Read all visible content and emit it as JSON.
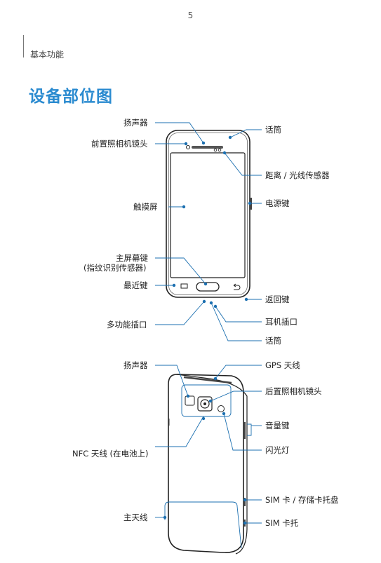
{
  "page_number": "5",
  "chapter": "基本功能",
  "title": "设备部位图",
  "front_labels": {
    "speaker": "扬声器",
    "front_camera": "前置照相机镜头",
    "touchscreen": "触摸屏",
    "home_key_line1": "主屏幕键",
    "home_key_line2": "(指纹识别传感器)",
    "recent_key": "最近键",
    "multipurpose_jack": "多功能插口",
    "receiver_top": "话筒",
    "proximity_sensor": "距离 / 光线传感器",
    "power_key": "电源键",
    "back_key": "返回键",
    "earphone_jack": "耳机插口",
    "mic_bottom": "话筒"
  },
  "back_labels": {
    "speaker": "扬声器",
    "nfc_antenna": "NFC 天线 (在电池上)",
    "main_antenna": "主天线",
    "gps_antenna": "GPS 天线",
    "rear_camera": "后置照相机镜头",
    "volume_key": "音量键",
    "flash": "闪光灯",
    "sim_memory_tray": "SIM 卡 / 存储卡托盘",
    "sim_tray": "SIM 卡托"
  },
  "colors": {
    "accent": "#2b8bd0",
    "leader": "#1b6fb0",
    "outline": "#222222"
  }
}
